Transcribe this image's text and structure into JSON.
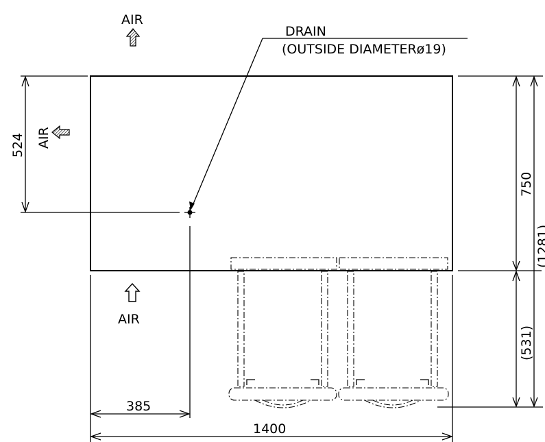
{
  "labels": {
    "air_top": "AIR",
    "air_left": "AIR",
    "air_bottom": "AIR",
    "drain_title": "DRAIN",
    "drain_spec": "(OUTSIDE DIAMETERø19)"
  },
  "dimensions": {
    "drain_depth": "524",
    "body_depth": "750",
    "total_depth": "(1281)",
    "fan_guard_depth": "(531)",
    "drain_offset": "385",
    "width": "1400"
  },
  "icons": {
    "arrow_up_solid": "hatched-arrow-up-icon",
    "arrow_right_solid": "hatched-arrow-right-icon",
    "arrow_up_hollow": "hollow-arrow-up-icon",
    "drain_point": "drain-crosshair-icon"
  }
}
